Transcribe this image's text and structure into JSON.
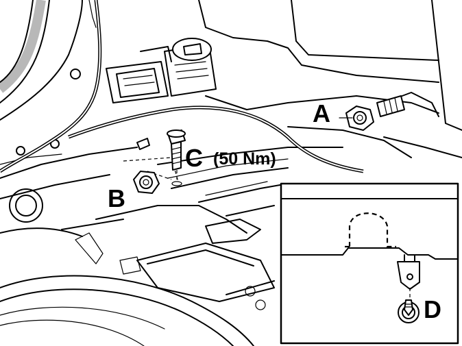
{
  "labels": {
    "a": "A",
    "b": "B",
    "c": "C",
    "torque": "(50 Nm)",
    "d": "D"
  },
  "colors": {
    "line": "#000000",
    "background": "#ffffff",
    "panel_shade": "#b8b8b8"
  },
  "icons": {
    "nut_a": "flange-nut-icon",
    "nut_b": "flange-nut-icon",
    "bolt_c": "hex-bolt-icon",
    "clip_d": "push-clip-icon"
  }
}
